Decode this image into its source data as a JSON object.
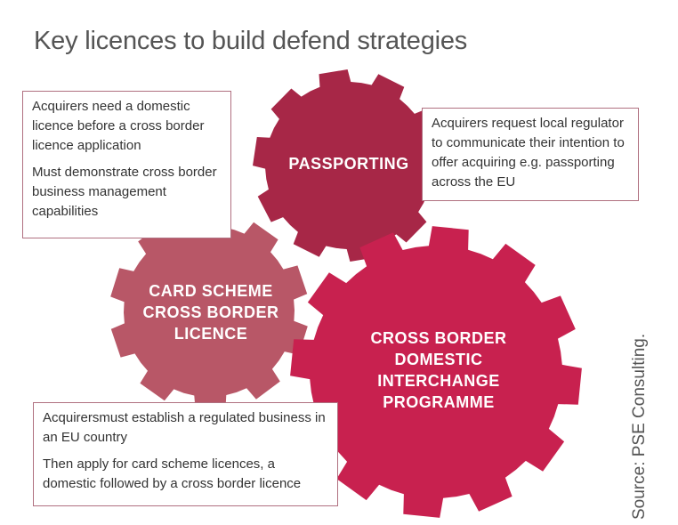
{
  "title": "Key licences to build defend strategies",
  "colors": {
    "passporting_gear": "#a72747",
    "card_scheme_gear": "#b85767",
    "interchange_gear": "#c8214f",
    "note_border": "#b07080"
  },
  "gears": {
    "passporting": {
      "label_lines": [
        "PASSPORTING"
      ]
    },
    "card_scheme": {
      "label_lines": [
        "CARD SCHEME",
        "CROSS BORDER",
        "LICENCE"
      ]
    },
    "interchange": {
      "label_lines": [
        "CROSS BORDER",
        "DOMESTIC",
        "INTERCHANGE",
        "PROGRAMME"
      ]
    }
  },
  "notes": {
    "top_left": [
      "Acquirers need a domestic licence before a cross border licence application",
      "Must demonstrate cross border business management capabilities"
    ],
    "top_right": [
      "Acquirers request local regulator to communicate their intention to offer acquiring e.g. passporting across the EU"
    ],
    "bottom_left": [
      "Acquirersmust establish a regulated business in an EU country",
      "Then apply for card scheme licences, a domestic followed by a cross border licence"
    ]
  },
  "source": "Source: PSE Consulting."
}
